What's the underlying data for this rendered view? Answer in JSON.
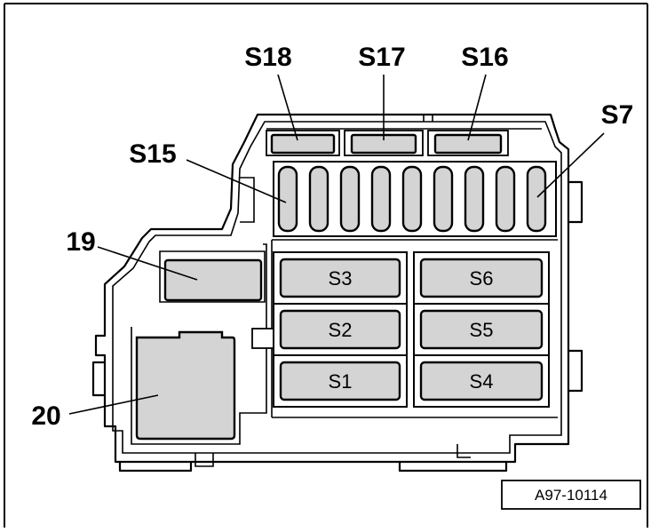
{
  "callouts": {
    "s18": "S18",
    "s17": "S17",
    "s16": "S16",
    "s7": "S7",
    "s15": "S15",
    "n19": "19",
    "n20": "20"
  },
  "fuses": {
    "s1": "S1",
    "s2": "S2",
    "s3": "S3",
    "s4": "S4",
    "s5": "S5",
    "s6": "S6"
  },
  "figure_ref": "A97-10114"
}
